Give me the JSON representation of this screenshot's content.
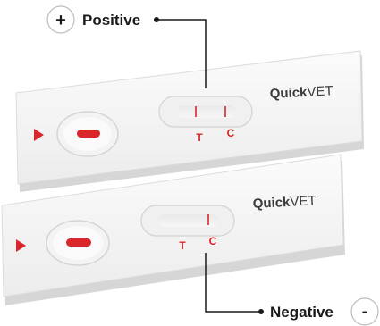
{
  "positive": {
    "label": "Positive",
    "symbol": "+",
    "cassette": {
      "brand_bold": "Quick",
      "brand_light": "VET",
      "t_label": "T",
      "c_label": "C",
      "t_line_visible": true,
      "c_line_visible": true
    }
  },
  "negative": {
    "label": "Negative",
    "symbol": "-",
    "cassette": {
      "brand_bold": "Quick",
      "brand_light": "VET",
      "t_label": "T",
      "c_label": "C",
      "t_line_visible": false,
      "c_line_visible": true
    }
  },
  "colors": {
    "accent_red": "#d9262b",
    "cassette_body": "#f7f7f7",
    "cassette_edge": "#d8d8d8",
    "text_dark": "#1a1a1a"
  }
}
